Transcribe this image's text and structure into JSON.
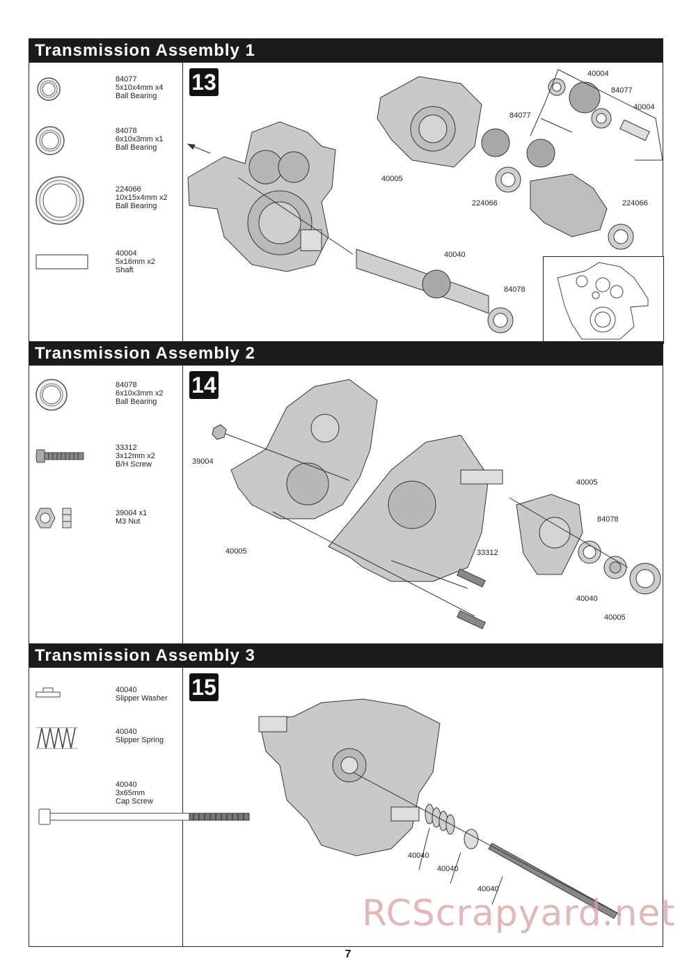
{
  "sections": [
    {
      "title": "Transmission Assembly 1",
      "step": "13",
      "parts": [
        {
          "icon": "ball-bearing-icon",
          "lines": [
            "84077",
            "5x10x4mm x4",
            "Ball Bearing"
          ]
        },
        {
          "icon": "ball-bearing-icon",
          "lines": [
            "84078",
            "6x10x3mm x1",
            "Ball Bearing"
          ]
        },
        {
          "icon": "ball-bearing-icon",
          "lines": [
            "224066",
            "10x15x4mm x2",
            "Ball Bearing"
          ]
        },
        {
          "icon": "shaft-icon",
          "lines": [
            "40004",
            "5x16mm x2",
            "Shaft"
          ]
        }
      ],
      "callouts": [
        "40004",
        "84077",
        "40004",
        "84077",
        "40005",
        "224066",
        "224066",
        "40040",
        "84078"
      ]
    },
    {
      "title": "Transmission Assembly 2",
      "step": "14",
      "parts": [
        {
          "icon": "ball-bearing-icon",
          "lines": [
            "84078",
            "6x10x3mm x2",
            "Ball Bearing"
          ]
        },
        {
          "icon": "screw-icon",
          "lines": [
            "33312",
            "3x12mm x2",
            "B/H Screw"
          ]
        },
        {
          "icon": "nut-icon",
          "lines": [
            "39004 x1",
            "M3 Nut"
          ]
        }
      ],
      "callouts": [
        "39004",
        "40005",
        "40005",
        "84078",
        "33312",
        "40040",
        "40005"
      ]
    },
    {
      "title": "Transmission Assembly 3",
      "step": "15",
      "parts": [
        {
          "icon": "washer-icon",
          "lines": [
            "40040",
            "Slipper Washer"
          ]
        },
        {
          "icon": "spring-icon",
          "lines": [
            "40040",
            "Slipper Spring"
          ]
        },
        {
          "icon": "cap-screw-icon",
          "lines": [
            "40040",
            "3x65mm",
            "Cap Screw"
          ]
        }
      ],
      "callouts": [
        "40040",
        "40040",
        "40040"
      ]
    }
  ],
  "page_number": "7",
  "watermark": "RCScrapyard.net"
}
